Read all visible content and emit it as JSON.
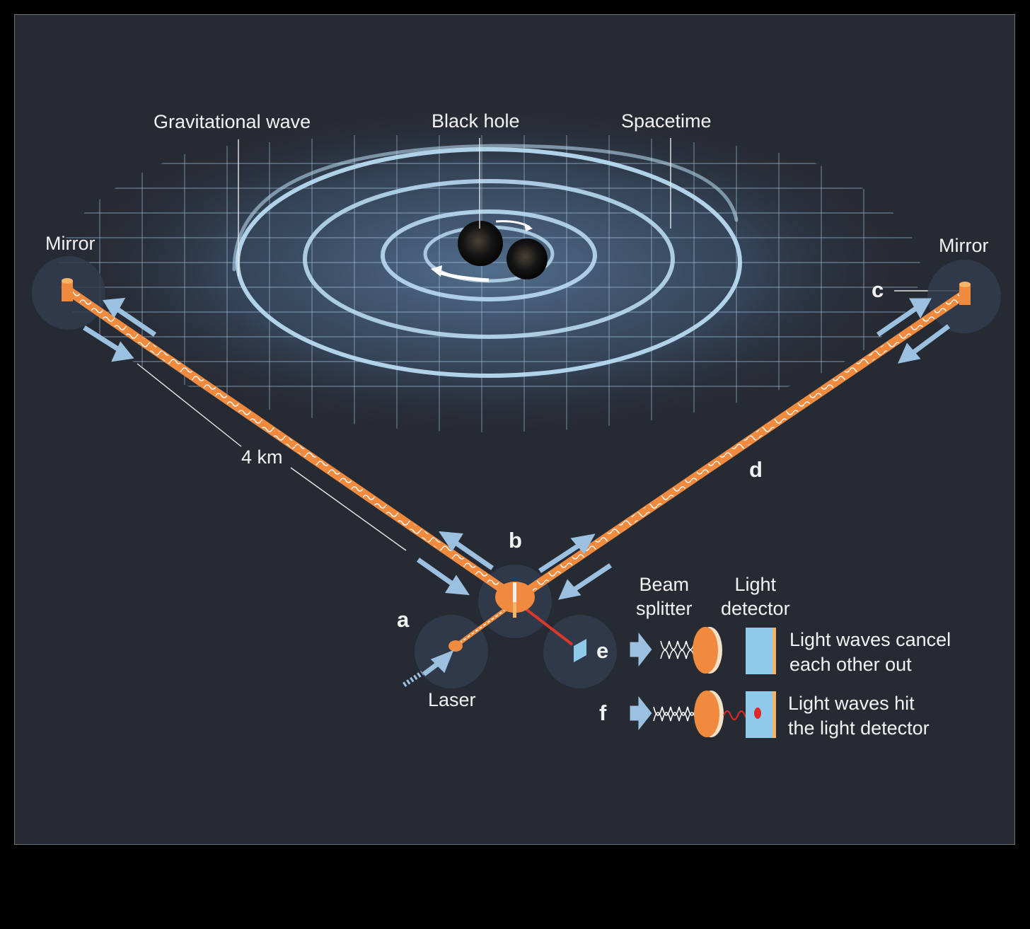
{
  "colors": {
    "background": "#262a33",
    "outer": "#000000",
    "beam": "#f08a3e",
    "spacetime_glow": "#8fc6ea",
    "grid": "#aacbe6",
    "arrow": "#9cc0e0",
    "circle": "#333c4e",
    "detector": "#8ecbea",
    "detector_edge": "#f5b46a",
    "signal": "#e0282a",
    "text": "#f2f2f2"
  },
  "labels": {
    "gravitational_wave": "Gravitational wave",
    "black_hole": "Black hole",
    "spacetime": "Spacetime",
    "mirror_left": "Mirror",
    "mirror_right": "Mirror",
    "distance": "4 km",
    "laser": "Laser",
    "beam_splitter": "Beam\nsplitter",
    "beam_splitter_l1": "Beam",
    "beam_splitter_l2": "splitter",
    "light_detector_l1": "Light",
    "light_detector_l2": "detector"
  },
  "markers": {
    "a": "a",
    "b": "b",
    "c": "c",
    "d": "d",
    "e": "e",
    "f": "f"
  },
  "legend": {
    "e_text_l1": "Light waves cancel",
    "e_text_l2": "each other out",
    "f_text_l1": "Light waves hit",
    "f_text_l2": "the light detector"
  }
}
